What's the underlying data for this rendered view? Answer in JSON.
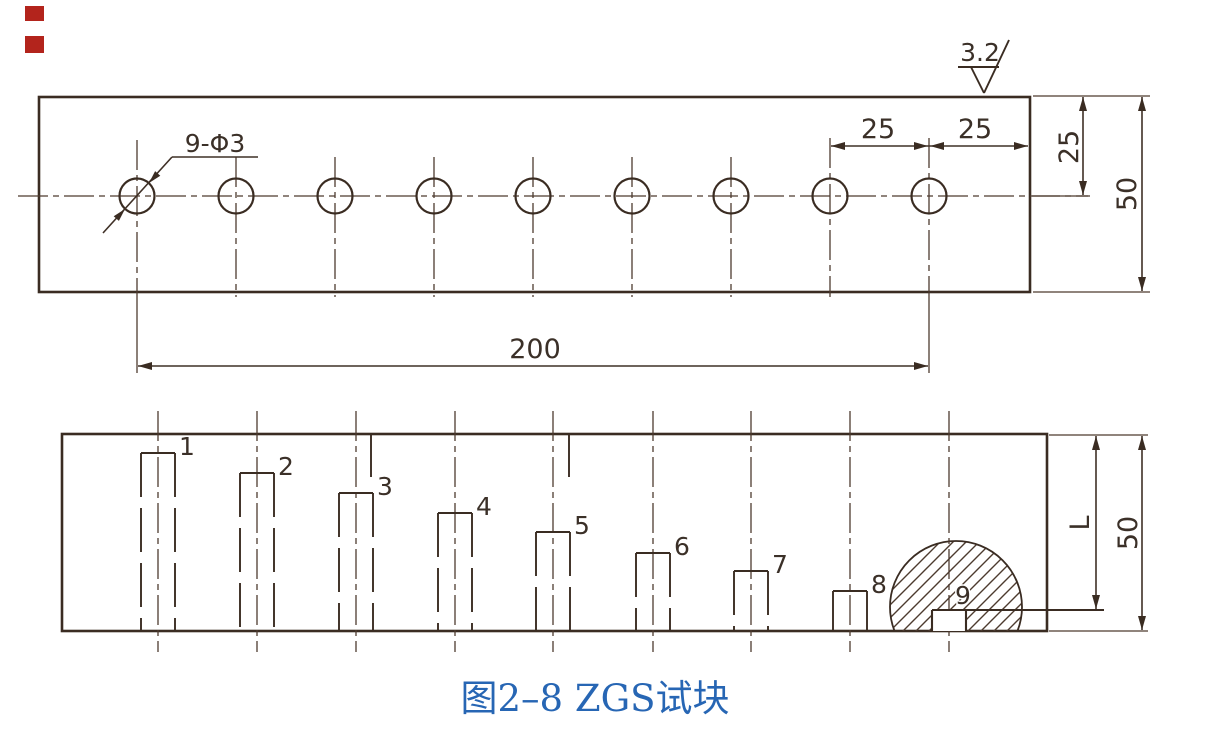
{
  "colors": {
    "line": "#3a2c22",
    "caption_blue": "#2766b4",
    "red_mark": "#b3241c",
    "background": "#ffffff"
  },
  "top_view": {
    "hole_label": "9-Φ3",
    "roughness": "3.2",
    "dim_pitch_1": "25",
    "dim_pitch_2": "25",
    "dim_center_offset": "25",
    "dim_height": "50",
    "dim_span": "200"
  },
  "bottom_view": {
    "hole_labels": [
      "1",
      "2",
      "3",
      "4",
      "5",
      "6",
      "7",
      "8",
      "9"
    ],
    "dim_depth": "L",
    "dim_height": "50"
  },
  "caption": {
    "text": "图2–8  ZGS试块"
  }
}
